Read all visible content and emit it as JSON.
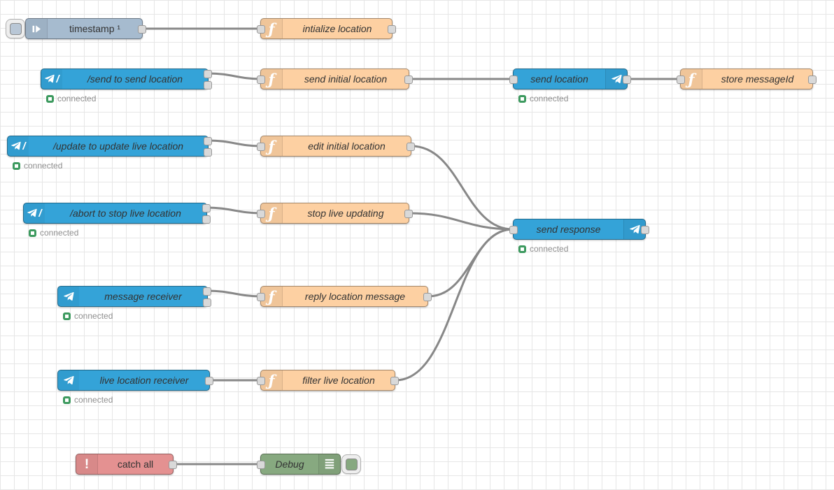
{
  "labels": {
    "connected": "connected"
  },
  "nodes": {
    "inject": {
      "label": "timestamp ¹",
      "type": "inject"
    },
    "init_location": {
      "label": "intialize location",
      "type": "function"
    },
    "cmd_send": {
      "label": "/send to send location",
      "type": "telegram command"
    },
    "send_initial": {
      "label": "send initial location",
      "type": "function"
    },
    "send_location": {
      "label": "send location",
      "type": "telegram sender"
    },
    "store_messageid": {
      "label": "store messageId",
      "type": "function"
    },
    "cmd_update": {
      "label": "/update to update live location",
      "type": "telegram command"
    },
    "edit_initial": {
      "label": "edit initial location",
      "type": "function"
    },
    "cmd_abort": {
      "label": "/abort to stop live location",
      "type": "telegram command"
    },
    "stop_live": {
      "label": "stop live updating",
      "type": "function"
    },
    "send_response": {
      "label": "send response",
      "type": "telegram sender"
    },
    "msg_receiver": {
      "label": "message receiver",
      "type": "telegram receiver"
    },
    "reply_location": {
      "label": "reply location message",
      "type": "function"
    },
    "live_receiver": {
      "label": "live location receiver",
      "type": "telegram receiver"
    },
    "filter_live": {
      "label": "filter live location",
      "type": "function"
    },
    "catch_all": {
      "label": "catch all",
      "type": "catch"
    },
    "debug": {
      "label": "Debug",
      "type": "debug"
    }
  },
  "connections": [
    {
      "from": "inject",
      "to": "init_location"
    },
    {
      "from": "cmd_send",
      "to": "send_initial"
    },
    {
      "from": "send_initial",
      "to": "send_location"
    },
    {
      "from": "send_location",
      "to": "store_messageid"
    },
    {
      "from": "cmd_update",
      "to": "edit_initial"
    },
    {
      "from": "edit_initial",
      "to": "send_response"
    },
    {
      "from": "cmd_abort",
      "to": "stop_live"
    },
    {
      "from": "stop_live",
      "to": "send_response"
    },
    {
      "from": "msg_receiver",
      "to": "reply_location"
    },
    {
      "from": "reply_location",
      "to": "send_response"
    },
    {
      "from": "live_receiver",
      "to": "filter_live"
    },
    {
      "from": "filter_live",
      "to": "send_response"
    },
    {
      "from": "catch_all",
      "to": "debug"
    }
  ],
  "colors": {
    "telegram_node": "#34a3d8",
    "function_node": "#fdd0a2",
    "inject_node": "#a6bbcf",
    "catch_node": "#e49191",
    "debug_node": "#87a980",
    "status_connected": "#3d9a5f",
    "wire": "#888888"
  }
}
